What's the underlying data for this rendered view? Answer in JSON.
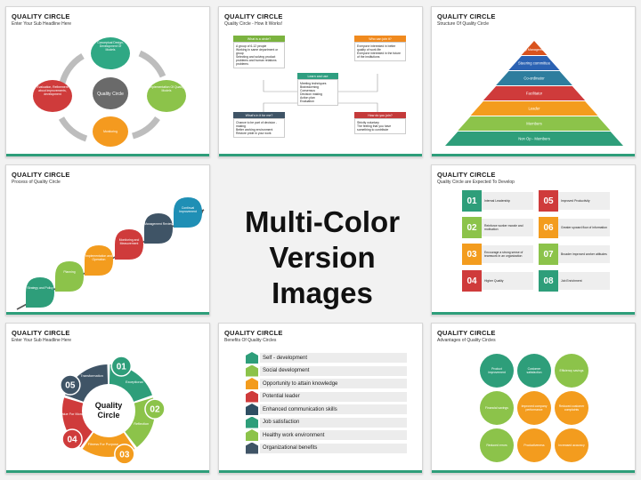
{
  "center": {
    "line1": "Multi-Color",
    "line2": "Version Images"
  },
  "slides": [
    {
      "title": "QUALITY CIRCLE",
      "subtitle": "Enter Your Sub Headline Here",
      "center_label": "Quality Circle",
      "nodes": [
        "Conceptual Design, Development Of Models",
        "Implementation Of Quality Models",
        "Monitoring",
        "Evaluation, Refinement about improvements, development"
      ]
    },
    {
      "title": "QUALITY CIRCLE",
      "subtitle": "Quality Circle - How It Works!",
      "boxes": [
        {
          "head": "What is a circle?",
          "items": [
            "A group of 6-12 people",
            "Working in same department or group",
            "Selecting and solving product problems and human relations problems"
          ]
        },
        {
          "head": "Who can join it?",
          "items": [
            "Everyone interested in better quality of work life",
            "Everyone interested in the future of the institutions"
          ]
        },
        {
          "head": "Learn and use",
          "items": [
            "Meeting techniques",
            "Brainstorming",
            "Consensus",
            "Decision making",
            "Action plan",
            "Evaluation"
          ]
        },
        {
          "head": "What's in it for me?",
          "items": [
            "Chance to be part of decision - making",
            "Better working environment",
            "Restore pride in your work"
          ]
        },
        {
          "head": "How do you join?",
          "items": [
            "Strictly voluntary",
            "The feeling that you have something to contribute"
          ]
        }
      ]
    },
    {
      "title": "QUALITY CIRCLE",
      "subtitle": "Structure Of Quality Circle",
      "levels": [
        "Top Management",
        "Steering committee",
        "Co-ordinator",
        "Facilitator",
        "Leader",
        "Members",
        "Non Op - Members"
      ]
    },
    {
      "title": "QUALITY CIRCLE",
      "subtitle": "Process of Quality Circle",
      "steps": [
        "Strategy and Policy",
        "Planning",
        "Implementation and Operation",
        "Monitoring and Measurement",
        "Management Review",
        "Continual Improvement"
      ]
    },
    {
      "title": "QUALITY CIRCLE",
      "subtitle": "Quality Circle are Expected To Develop",
      "items": [
        {
          "num": "01",
          "text": "Internal Leadership"
        },
        {
          "num": "02",
          "text": "Reinforce worker morale and motivation"
        },
        {
          "num": "03",
          "text": "Encourage a strong sense of teamwork in an organization"
        },
        {
          "num": "04",
          "text": "Higher Quality"
        },
        {
          "num": "05",
          "text": "Improved Productivity"
        },
        {
          "num": "06",
          "text": "Greater upward flow of information"
        },
        {
          "num": "07",
          "text": "Broader improved worker attitudes"
        },
        {
          "num": "08",
          "text": "Job Enrichment"
        }
      ]
    },
    {
      "title": "QUALITY CIRCLE",
      "subtitle": "Enter Your Sub Headline Here",
      "center_label": "Quality Circle",
      "segments": [
        {
          "num": "01",
          "label": "Exceptional"
        },
        {
          "num": "02",
          "label": "Reflection"
        },
        {
          "num": "03",
          "label": "Fitness For Purpose"
        },
        {
          "num": "04",
          "label": "Value For Money"
        },
        {
          "num": "05",
          "label": "Transformation"
        }
      ]
    },
    {
      "title": "QUALITY CIRCLE",
      "subtitle": "Benefits Of Quality Circles",
      "benefits": [
        "Self - development",
        "Social development",
        "Opportunity to attain knowledge",
        "Potential leader",
        "Enhanced communication skills",
        "Job satisfaction",
        "Healthy work environment",
        "Organizational benefits"
      ]
    },
    {
      "title": "QUALITY CIRCLE",
      "subtitle": "Advantages of Quality Circles",
      "circles": [
        "Product improvement",
        "Customer satisfaction",
        "Efficiency savings",
        "Financial savings",
        "Improved company performance",
        "Reduced customer complaints",
        "Reduced errors",
        "Productiveness",
        "Increased accuracy"
      ]
    }
  ]
}
